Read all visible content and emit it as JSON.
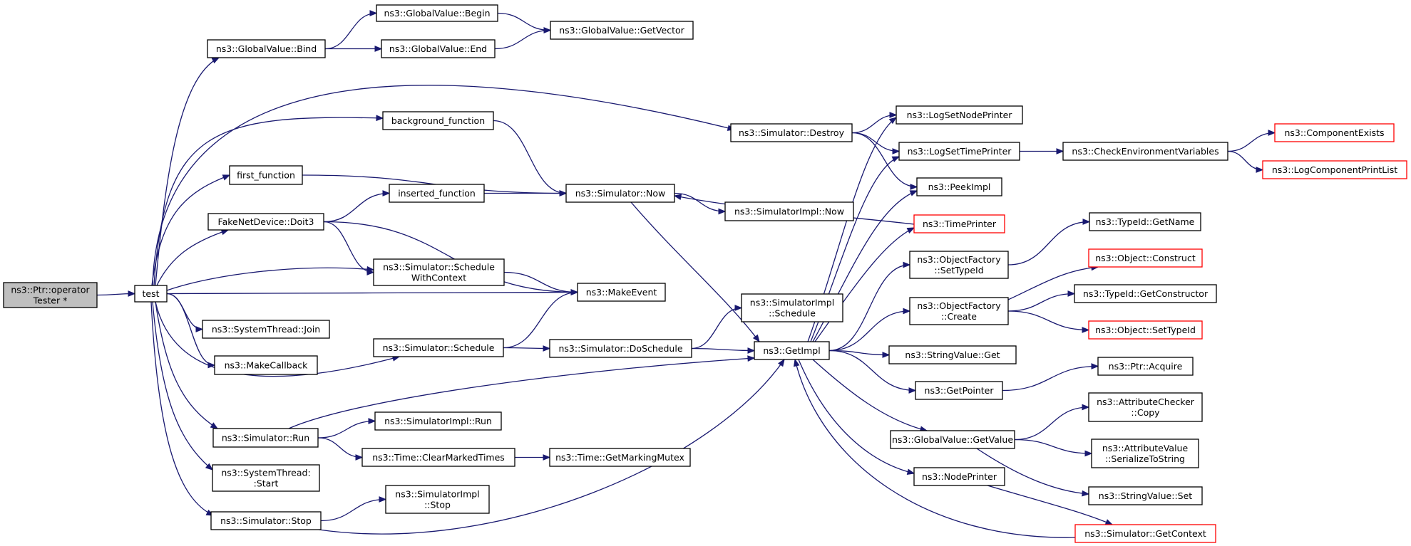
{
  "colors": {
    "edge": "#191970",
    "node_border": "#000000",
    "node_incomplete_border": "#ff0000",
    "root_fill": "#bfbfbf",
    "node_fill": "#ffffff"
  },
  "nodes": [
    {
      "id": "root",
      "lines": [
        "ns3::Ptr::operator",
        "Tester *"
      ],
      "style": "root"
    },
    {
      "id": "test",
      "lines": [
        "test"
      ]
    },
    {
      "id": "gv_bind",
      "lines": [
        "ns3::GlobalValue::Bind"
      ]
    },
    {
      "id": "gv_begin",
      "lines": [
        "ns3::GlobalValue::Begin"
      ]
    },
    {
      "id": "gv_end",
      "lines": [
        "ns3::GlobalValue::End"
      ]
    },
    {
      "id": "gv_getvector",
      "lines": [
        "ns3::GlobalValue::GetVector"
      ]
    },
    {
      "id": "background",
      "lines": [
        "background_function"
      ]
    },
    {
      "id": "first",
      "lines": [
        "first_function"
      ]
    },
    {
      "id": "fake_doit3",
      "lines": [
        "FakeNetDevice::Doit3"
      ]
    },
    {
      "id": "inserted",
      "lines": [
        "inserted_function"
      ]
    },
    {
      "id": "sim_now",
      "lines": [
        "ns3::Simulator::Now"
      ]
    },
    {
      "id": "simimpl_now",
      "lines": [
        "ns3::SimulatorImpl::Now"
      ]
    },
    {
      "id": "sim_destroy",
      "lines": [
        "ns3::Simulator::Destroy"
      ]
    },
    {
      "id": "sched_ctx",
      "lines": [
        "ns3::Simulator::Schedule",
        "WithContext"
      ]
    },
    {
      "id": "make_event",
      "lines": [
        "ns3::MakeEvent"
      ]
    },
    {
      "id": "st_join",
      "lines": [
        "ns3::SystemThread::Join"
      ]
    },
    {
      "id": "make_callback",
      "lines": [
        "ns3::MakeCallback"
      ]
    },
    {
      "id": "sim_schedule",
      "lines": [
        "ns3::Simulator::Schedule"
      ]
    },
    {
      "id": "sim_doschedule",
      "lines": [
        "ns3::Simulator::DoSchedule"
      ]
    },
    {
      "id": "simimpl_schedule",
      "lines": [
        "ns3::SimulatorImpl",
        "::Schedule"
      ]
    },
    {
      "id": "get_impl",
      "lines": [
        "ns3::GetImpl"
      ]
    },
    {
      "id": "sim_run",
      "lines": [
        "ns3::Simulator::Run"
      ]
    },
    {
      "id": "simimpl_run",
      "lines": [
        "ns3::SimulatorImpl::Run"
      ]
    },
    {
      "id": "clear_marked",
      "lines": [
        "ns3::Time::ClearMarkedTimes"
      ]
    },
    {
      "id": "marking_mutex",
      "lines": [
        "ns3::Time::GetMarkingMutex"
      ]
    },
    {
      "id": "st_start",
      "lines": [
        "ns3::SystemThread:",
        ":Start"
      ]
    },
    {
      "id": "sim_stop",
      "lines": [
        "ns3::Simulator::Stop"
      ]
    },
    {
      "id": "simimpl_stop",
      "lines": [
        "ns3::SimulatorImpl",
        "::Stop"
      ]
    },
    {
      "id": "log_node_printer",
      "lines": [
        "ns3::LogSetNodePrinter"
      ]
    },
    {
      "id": "log_time_printer",
      "lines": [
        "ns3::LogSetTimePrinter"
      ]
    },
    {
      "id": "check_env",
      "lines": [
        "ns3::CheckEnvironmentVariables"
      ]
    },
    {
      "id": "component_exists",
      "lines": [
        "ns3::ComponentExists"
      ],
      "style": "incomplete"
    },
    {
      "id": "log_comp_print",
      "lines": [
        "ns3::LogComponentPrintList"
      ],
      "style": "incomplete"
    },
    {
      "id": "peek_impl",
      "lines": [
        "ns3::PeekImpl"
      ]
    },
    {
      "id": "time_printer",
      "lines": [
        "ns3::TimePrinter"
      ],
      "style": "incomplete"
    },
    {
      "id": "typeid_getname",
      "lines": [
        "ns3::TypeId::GetName"
      ]
    },
    {
      "id": "of_settypeid",
      "lines": [
        "ns3::ObjectFactory",
        "::SetTypeId"
      ]
    },
    {
      "id": "obj_construct",
      "lines": [
        "ns3::Object::Construct"
      ],
      "style": "incomplete"
    },
    {
      "id": "of_create",
      "lines": [
        "ns3::ObjectFactory",
        "::Create"
      ]
    },
    {
      "id": "typeid_getctor",
      "lines": [
        "ns3::TypeId::GetConstructor"
      ]
    },
    {
      "id": "obj_settypeid",
      "lines": [
        "ns3::Object::SetTypeId"
      ],
      "style": "incomplete"
    },
    {
      "id": "stringvalue_get",
      "lines": [
        "ns3::StringValue::Get"
      ]
    },
    {
      "id": "ptr_acquire",
      "lines": [
        "ns3::Ptr::Acquire"
      ]
    },
    {
      "id": "get_pointer",
      "lines": [
        "ns3::GetPointer"
      ]
    },
    {
      "id": "attr_checker_copy",
      "lines": [
        "ns3::AttributeChecker",
        "::Copy"
      ]
    },
    {
      "id": "gv_getvalue",
      "lines": [
        "ns3::GlobalValue::GetValue"
      ]
    },
    {
      "id": "attr_value_ser",
      "lines": [
        "ns3::AttributeValue",
        "::SerializeToString"
      ]
    },
    {
      "id": "node_printer",
      "lines": [
        "ns3::NodePrinter"
      ]
    },
    {
      "id": "stringvalue_set",
      "lines": [
        "ns3::StringValue::Set"
      ]
    },
    {
      "id": "sim_getcontext",
      "lines": [
        "ns3::Simulator::GetContext"
      ],
      "style": "incomplete"
    }
  ],
  "edges": [
    [
      "root",
      "test"
    ],
    [
      "test",
      "gv_bind"
    ],
    [
      "test",
      "background"
    ],
    [
      "test",
      "sim_destroy"
    ],
    [
      "test",
      "first"
    ],
    [
      "test",
      "fake_doit3"
    ],
    [
      "test",
      "sched_ctx"
    ],
    [
      "test",
      "make_event"
    ],
    [
      "test",
      "st_join"
    ],
    [
      "test",
      "make_callback"
    ],
    [
      "test",
      "sim_schedule"
    ],
    [
      "test",
      "sim_run"
    ],
    [
      "test",
      "st_start"
    ],
    [
      "test",
      "sim_stop"
    ],
    [
      "gv_bind",
      "gv_begin"
    ],
    [
      "gv_bind",
      "gv_end"
    ],
    [
      "gv_begin",
      "gv_getvector"
    ],
    [
      "gv_end",
      "gv_getvector"
    ],
    [
      "background",
      "sim_now"
    ],
    [
      "first",
      "sim_now"
    ],
    [
      "fake_doit3",
      "inserted"
    ],
    [
      "fake_doit3",
      "sched_ctx"
    ],
    [
      "fake_doit3",
      "make_event"
    ],
    [
      "inserted",
      "sim_now"
    ],
    [
      "sim_now",
      "simimpl_now"
    ],
    [
      "sim_now",
      "get_impl"
    ],
    [
      "sim_destroy",
      "log_node_printer"
    ],
    [
      "sim_destroy",
      "log_time_printer"
    ],
    [
      "sim_destroy",
      "peek_impl"
    ],
    [
      "sched_ctx",
      "make_event"
    ],
    [
      "sim_schedule",
      "make_event"
    ],
    [
      "sim_schedule",
      "sim_doschedule"
    ],
    [
      "sim_doschedule",
      "simimpl_schedule"
    ],
    [
      "sim_doschedule",
      "get_impl"
    ],
    [
      "sim_run",
      "get_impl"
    ],
    [
      "sim_run",
      "simimpl_run"
    ],
    [
      "sim_run",
      "clear_marked"
    ],
    [
      "clear_marked",
      "marking_mutex"
    ],
    [
      "sim_stop",
      "simimpl_stop"
    ],
    [
      "sim_stop",
      "get_impl"
    ],
    [
      "get_impl",
      "log_node_printer"
    ],
    [
      "get_impl",
      "log_time_printer"
    ],
    [
      "get_impl",
      "peek_impl"
    ],
    [
      "get_impl",
      "time_printer"
    ],
    [
      "get_impl",
      "of_settypeid"
    ],
    [
      "get_impl",
      "of_create"
    ],
    [
      "get_impl",
      "stringvalue_get"
    ],
    [
      "get_impl",
      "get_pointer"
    ],
    [
      "get_impl",
      "gv_getvalue"
    ],
    [
      "get_impl",
      "node_printer"
    ],
    [
      "log_time_printer",
      "check_env"
    ],
    [
      "check_env",
      "component_exists"
    ],
    [
      "check_env",
      "log_comp_print"
    ],
    [
      "time_printer",
      "sim_now"
    ],
    [
      "of_settypeid",
      "typeid_getname"
    ],
    [
      "of_create",
      "obj_construct"
    ],
    [
      "of_create",
      "typeid_getctor"
    ],
    [
      "of_create",
      "obj_settypeid"
    ],
    [
      "get_pointer",
      "ptr_acquire"
    ],
    [
      "gv_getvalue",
      "attr_checker_copy"
    ],
    [
      "gv_getvalue",
      "attr_value_ser"
    ],
    [
      "gv_getvalue",
      "stringvalue_set"
    ],
    [
      "node_printer",
      "sim_getcontext"
    ],
    [
      "sim_getcontext",
      "get_impl"
    ]
  ]
}
